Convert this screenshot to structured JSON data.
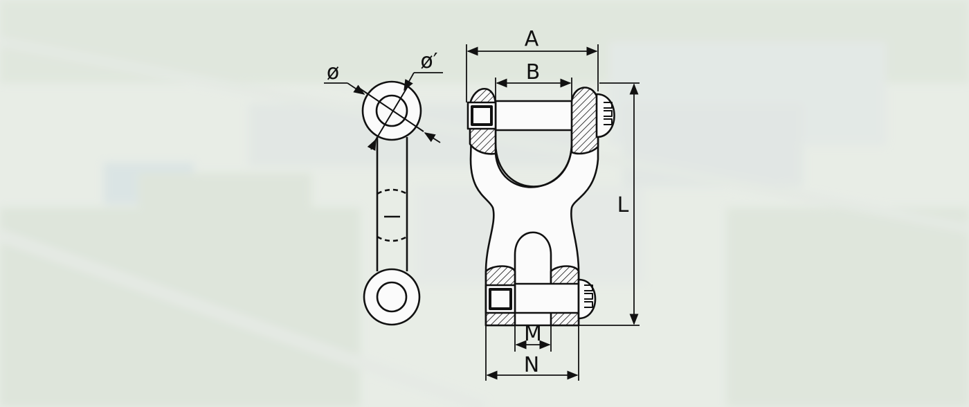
{
  "labels": {
    "dim_a": "A",
    "dim_b": "B",
    "dim_l": "L",
    "dim_m": "M",
    "dim_n": "N",
    "dia": "ø",
    "dia_prime": "ø′"
  },
  "colors": {
    "line": "#111111",
    "background_wash": "#eef2ee"
  }
}
